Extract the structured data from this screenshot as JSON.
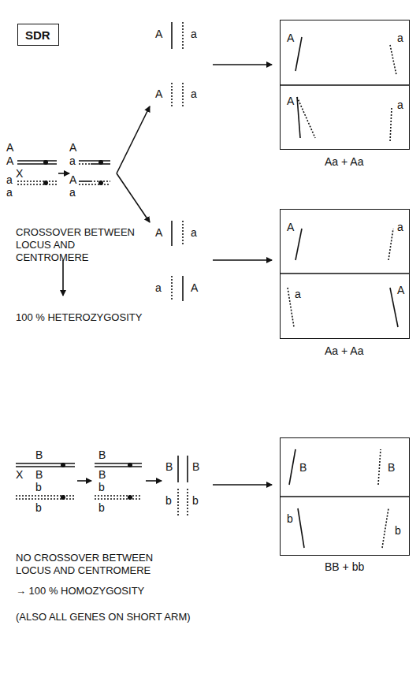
{
  "diagram": {
    "nodes": [
      {
        "text": [
          "SDR"
        ]
      },
      {
        "text": [
          "A",
          "a",
          "A",
          "a"
        ]
      },
      {
        "text": [
          "A",
          "a",
          "a",
          "A"
        ]
      },
      {
        "text": [
          "B",
          "B",
          "b",
          "b"
        ]
      }
    ],
    "labels": [
      "A",
      "a",
      "A",
      "a",
      "Aa + Aa",
      "A",
      "A",
      "X",
      "a",
      "a",
      "A",
      "a",
      "A",
      "a",
      "CROSSOVER BETWEEN LOCUS AND CENTROMERE",
      "A",
      "a",
      "a",
      "A",
      "Aa + Aa",
      "100 % HETEROZYGOSITY",
      "B",
      "B",
      "X",
      "B",
      "B",
      "B",
      "B",
      "b",
      "b",
      "b",
      "b",
      "b",
      "b",
      "BB + bb",
      "NO CROSSOVER BETWEEN LOCUS AND CENTROMERE",
      "→ 100 % HOMOZYGOSITY",
      "(ALSO ALL GENES ON SHORT ARM)"
    ]
  }
}
